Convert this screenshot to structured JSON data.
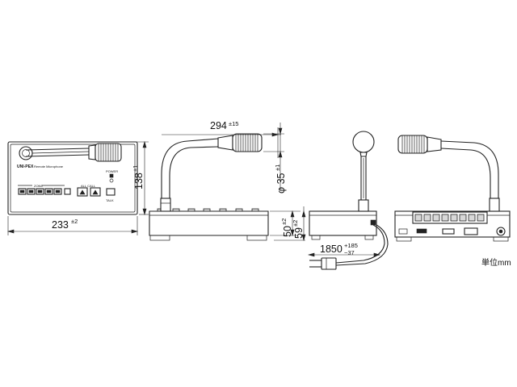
{
  "front_view": {
    "brand": "UNI-PEX",
    "model_text": "Remote Microphone",
    "group_label": "ZONE",
    "all_call_label": "ALL CALL",
    "power_label": "POWER",
    "talk_label": "TALK"
  },
  "dimensions": {
    "width": {
      "value": "233",
      "tol": "±2"
    },
    "height": {
      "value": "138",
      "tol": "±1"
    },
    "mic_reach": {
      "value": "294",
      "tol": "±15"
    },
    "mic_dia": {
      "value": "φ 35",
      "tol": "±1"
    },
    "body_h": {
      "value": "50",
      "tol": "±2"
    },
    "total_h": {
      "value": "59",
      "tol": "±2"
    },
    "cord": {
      "value": "1850",
      "tol_plus": "+185",
      "tol_minus": "−37"
    }
  },
  "unit_label": "単位mm"
}
